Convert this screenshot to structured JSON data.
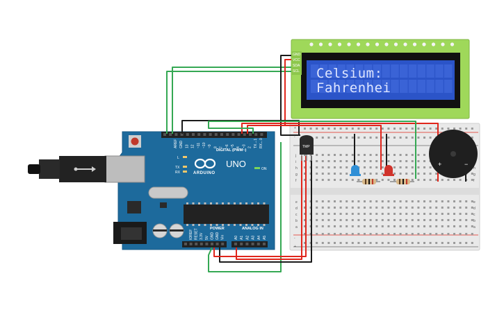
{
  "lcd": {
    "line1": "Celsium:",
    "line2": "Fahrenhei",
    "pins": [
      "GND",
      "VCC",
      "SDA",
      "SCL"
    ]
  },
  "arduino": {
    "brand": "UNO",
    "logo_text": "ARDUINO",
    "digital_label": "DIGITAL (PWM~)",
    "power_label": "POWER",
    "analog_label": "ANALOG IN",
    "on_label": "ON",
    "led_l": "L",
    "led_tx": "TX",
    "led_rx": "RX",
    "top_pins": [
      "AREF",
      "GND",
      "13",
      "12",
      "~11",
      "~10",
      "~9",
      "8",
      "7",
      "~6",
      "~5",
      "4",
      "~3",
      "2",
      "TX→1",
      "RX←0"
    ],
    "power_pins": [
      "IOREF",
      "RESET",
      "3.3V",
      "5V",
      "GND",
      "GND",
      "Vin"
    ],
    "analog_pins": [
      "A0",
      "A1",
      "A2",
      "A3",
      "A4",
      "A5"
    ]
  },
  "sensor": {
    "label": "TMP"
  },
  "breadboard": {
    "row_letters_top": [
      "j",
      "i",
      "h",
      "g",
      "f"
    ],
    "row_letters_bottom": [
      "e",
      "d",
      "c",
      "b",
      "a"
    ],
    "rail_plus": "+",
    "rail_minus": "-"
  },
  "buzzer": {
    "plus": "+",
    "minus": "−"
  },
  "colors": {
    "arduino_blue": "#1d6a9c",
    "lcd_green": "#9fd85a",
    "lcd_screen": "#2b54c8",
    "wire_green": "#34a853",
    "wire_red": "#e0251b",
    "wire_black": "#1a1a1a",
    "breadboard": "#e9e9e9"
  }
}
